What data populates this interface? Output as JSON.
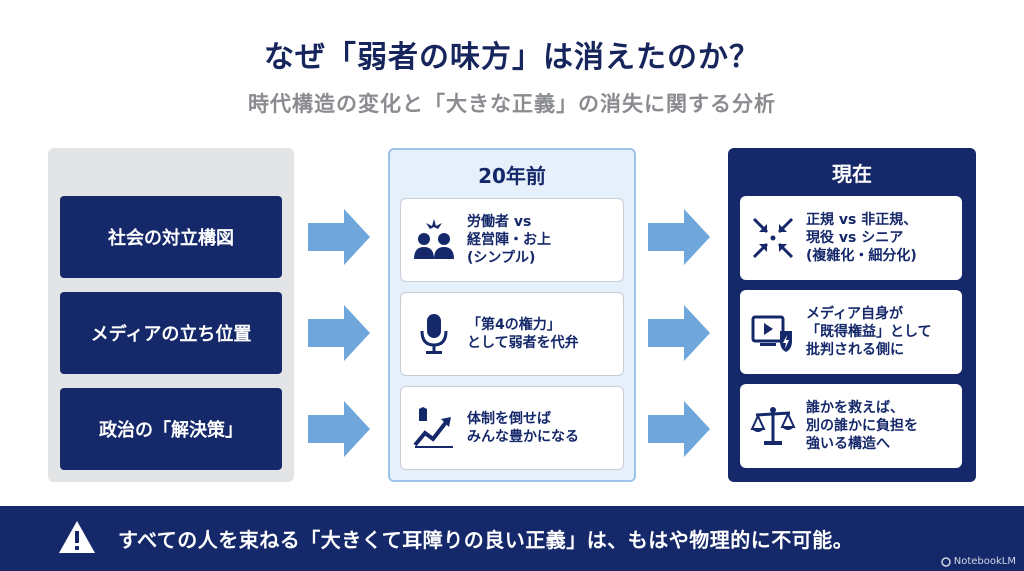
{
  "title": "なぜ「弱者の味方」は消えたのか？",
  "subtitle": "時代構造の変化と「大きな正義」の消失に関する分析",
  "categories": [
    "社会の対立構図",
    "メディアの立ち位置",
    "政治の「解決策」"
  ],
  "past": {
    "header": "20年前",
    "items": [
      {
        "icon": "people-conflict-icon",
        "text": "労働者 vs\n経営陣・お上\n(シンプル)"
      },
      {
        "icon": "microphone-icon",
        "text": "「第4の権力」\nとして弱者を代弁"
      },
      {
        "icon": "breaking-growth-icon",
        "text": "体制を倒せば\nみんな豊かになる"
      }
    ]
  },
  "present": {
    "header": "現在",
    "items": [
      {
        "icon": "fragmented-arrows-icon",
        "text": "正規 vs 非正規、\n現役 vs シニア\n(複雑化・細分化)"
      },
      {
        "icon": "media-shield-icon",
        "text": "メディア自身が\n「既得権益」として\n批判される側に"
      },
      {
        "icon": "scales-icon",
        "text": "誰かを救えば、\n別の誰かに負担を\n強いる構造へ"
      }
    ]
  },
  "footer": {
    "icon": "warning-icon",
    "text": "すべての人を束ねる「大きくて耳障りの良い正義」は、もはや物理的に不可能。",
    "brand": "NotebookLM"
  },
  "colors": {
    "navy": "#15286a",
    "arrow": "#6fa6dc",
    "light_bg": "#e6f0fa",
    "grey_bg": "#e3e4e6"
  }
}
